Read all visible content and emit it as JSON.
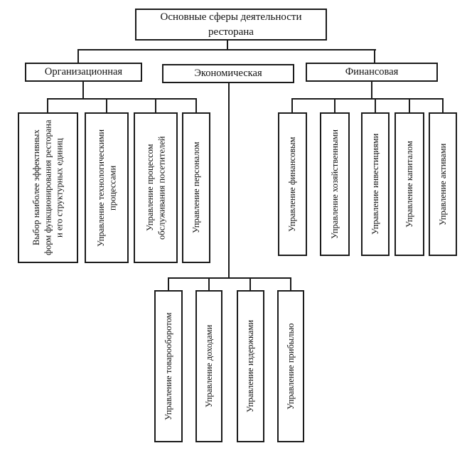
{
  "diagram": {
    "root": "Основные сферы деятельности ресторана",
    "branches": [
      {
        "label": "Организационная",
        "children": [
          "Выбор наиболее эффективных форм функционирования ресторана и его структурных единиц",
          "Управление технологическими процессами",
          "Управление процессом обслуживания посетителей",
          "Управление персоналом"
        ]
      },
      {
        "label": "Экономическая",
        "children": [
          "Управление товарооборотом",
          "Управление доходами",
          "Управление издержками",
          "Управление прибылью"
        ]
      },
      {
        "label": "Финансовая",
        "children": [
          "Управление финансовым",
          "Управление хозяйственными",
          "Управление инвестициями",
          "Управление капиталом",
          "Управление активами"
        ]
      }
    ],
    "colors": {
      "line": "#1b1b1b",
      "text": "#111111",
      "background": "#ffffff"
    }
  }
}
